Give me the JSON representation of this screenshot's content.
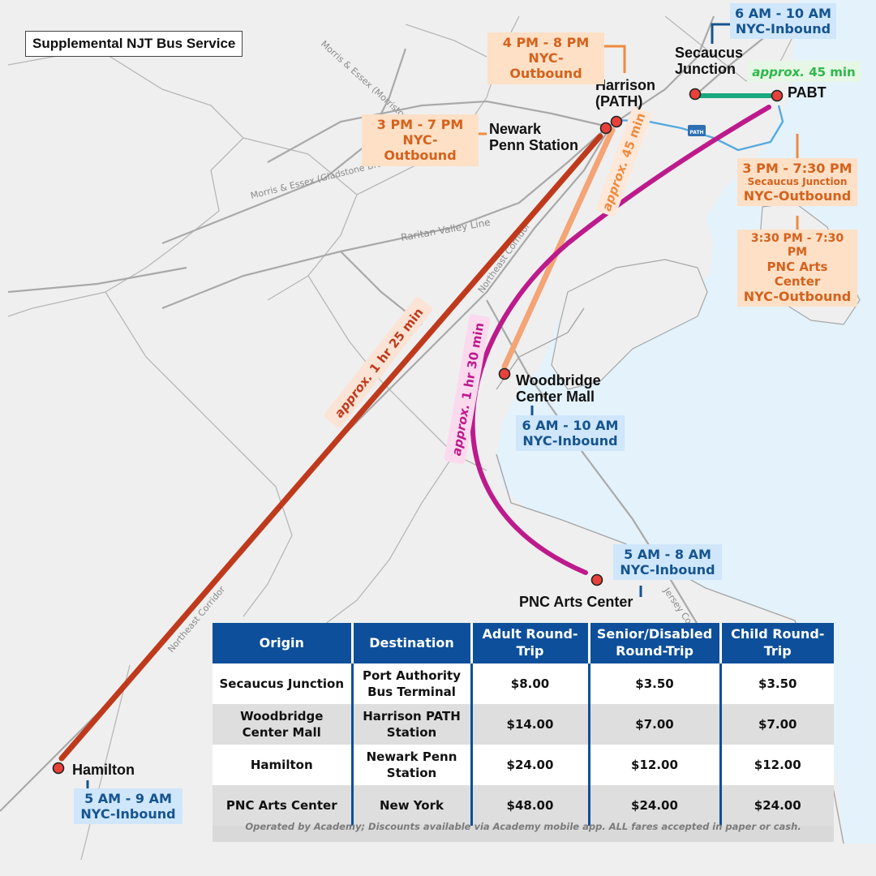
{
  "title": "Supplemental NJT Bus Service",
  "rail_lines": {
    "morris_essex_morristown": "Morris & Essex (Morristown Line)",
    "morris_essex_gladstone": "Morris & Essex (Gladstone Branch)",
    "raritan_valley": "Raritan Valley Line",
    "northeast_corridor": "Northeast Corridor",
    "jersey_coast": "Jersey Co"
  },
  "stations": {
    "secaucus": "Secaucus Junction",
    "harrison": "Harrison (PATH)",
    "newark_penn": "Newark Penn Station",
    "pabt": "PABT",
    "woodbridge": "Woodbridge Center Mall",
    "pnc": "PNC Arts Center",
    "hamilton": "Hamilton"
  },
  "schedules": {
    "secaucus_inbound": {
      "time": "6 AM - 10 AM",
      "dir": "NYC-Inbound"
    },
    "harrison_outbound": {
      "time": "4 PM - 8 PM",
      "dir": "NYC-Outbound"
    },
    "newark_outbound": {
      "time": "3 PM - 7 PM",
      "dir": "NYC-Outbound"
    },
    "pabt_secaucus_outbound": {
      "time": "3 PM - 7:30 PM",
      "sub": "Secaucus Junction",
      "dir": "NYC-Outbound"
    },
    "pabt_pnc_outbound": {
      "time": "3:30 PM - 7:30 PM",
      "sub": "PNC Arts Center",
      "dir": "NYC-Outbound"
    },
    "woodbridge_inbound": {
      "time": "6 AM - 10 AM",
      "dir": "NYC-Inbound"
    },
    "pnc_inbound": {
      "time": "5 AM - 8 AM",
      "dir": "NYC-Inbound"
    },
    "hamilton_inbound": {
      "time": "5 AM - 9 AM",
      "dir": "NYC-Inbound"
    }
  },
  "durations": {
    "secaucus_pabt": {
      "prefix": "approx.",
      "value": "45 min"
    },
    "woodbridge_harrison": {
      "prefix": "approx.",
      "value": "45 min"
    },
    "pnc_pabt": {
      "prefix": "approx.",
      "value": "1 hr 30 min"
    },
    "hamilton_newark": {
      "prefix": "approx.",
      "value": "1 hr 25 min"
    }
  },
  "path_logo": "PATH",
  "route_colors": {
    "secaucus_pabt": "#1aa87e",
    "woodbridge_harrison": "#f4a475",
    "pnc_pabt": "#bd1a8c",
    "hamilton_newark": "#bf3a1c",
    "path": "#56a9df"
  },
  "fare_table": {
    "headers": [
      "Origin",
      "Destination",
      "Adult Round-Trip",
      "Senior/Disabled Round-Trip",
      "Child Round-Trip"
    ],
    "rows": [
      [
        "Secaucus Junction",
        "Port Authority Bus Terminal",
        "$8.00",
        "$3.50",
        "$3.50"
      ],
      [
        "Woodbridge Center Mall",
        "Harrison PATH Station",
        "$14.00",
        "$7.00",
        "$7.00"
      ],
      [
        "Hamilton",
        "Newark Penn Station",
        "$24.00",
        "$12.00",
        "$12.00"
      ],
      [
        "PNC Arts Center",
        "New York",
        "$48.00",
        "$24.00",
        "$24.00"
      ]
    ],
    "note": "Operated by Academy; Discounts available via Academy mobile app. ALL fares accepted in paper or cash."
  }
}
